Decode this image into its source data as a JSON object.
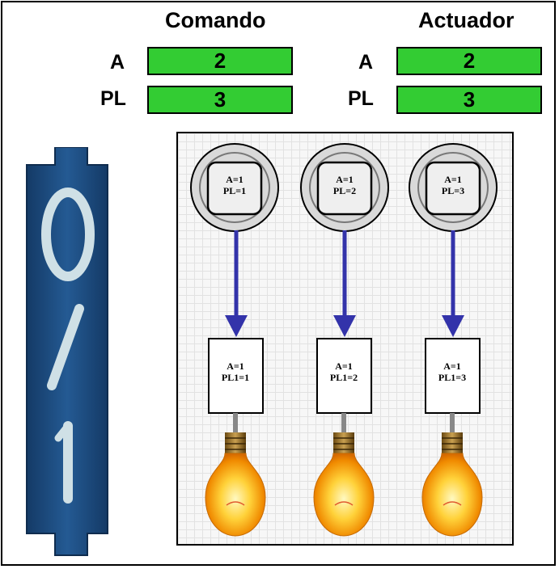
{
  "header": {
    "command_title": "Comando",
    "actuator_title": "Actuador"
  },
  "command": {
    "a_label": "A",
    "a_value": "2",
    "pl_label": "PL",
    "pl_value": "3"
  },
  "actuator": {
    "a_label": "A",
    "a_value": "2",
    "pl_label": "PL",
    "pl_value": "3"
  },
  "marker": {
    "text": "0/1"
  },
  "diagram": {
    "switches": [
      {
        "line1": "A=1",
        "line2": "PL=1"
      },
      {
        "line1": "A=1",
        "line2": "PL=2"
      },
      {
        "line1": "A=1",
        "line2": "PL=3"
      }
    ],
    "actuators": [
      {
        "line1": "A=1",
        "line2": "PL1=1"
      },
      {
        "line1": "A=1",
        "line2": "PL1=2"
      },
      {
        "line1": "A=1",
        "line2": "PL1=3"
      }
    ]
  },
  "colors": {
    "value_box": "#33cc33",
    "arrow": "#3333aa",
    "marker": "#1e4f85"
  }
}
